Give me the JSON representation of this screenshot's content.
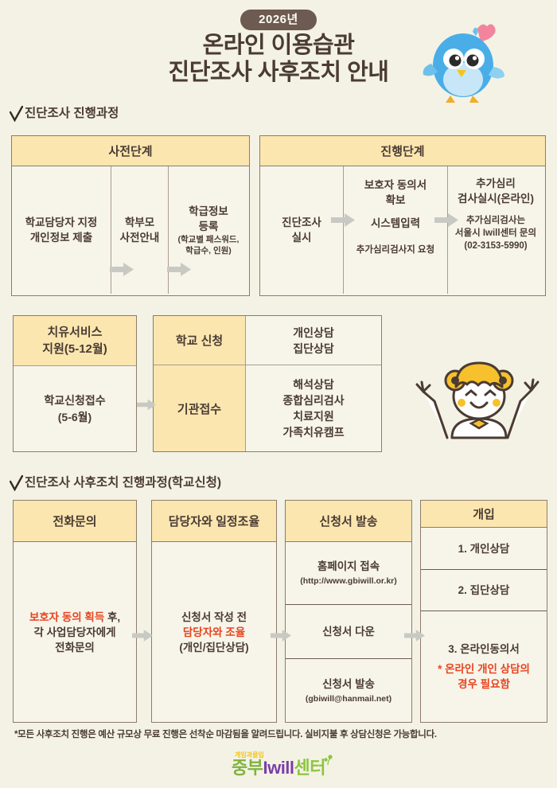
{
  "header": {
    "year_badge": "2026년",
    "title_line1": "온라인 이용습관",
    "title_line2": "진단조사 사후조치 안내",
    "bird_icon": "blue-bird-mascot"
  },
  "section1": {
    "heading": "진단조사 진행과정",
    "left_table": {
      "head": "사전단계",
      "cells": [
        {
          "line1": "학교담당자 지정",
          "line2": "개인정보 제출"
        },
        {
          "line1": "학부모",
          "line2": "사전안내"
        },
        {
          "line1": "학급정보",
          "line2": "등록",
          "sub1": "(학교별 패스워드,",
          "sub2": "학급수, 인원)"
        }
      ]
    },
    "right_table": {
      "head": "진행단계",
      "cells": [
        {
          "line1": "진단조사",
          "line2": "실시"
        },
        {
          "line1": "보호자 동의서",
          "line2": "확보",
          "line3": "시스템입력",
          "line4": "추가심리검사지 요청"
        },
        {
          "line1": "추가심리",
          "line2": "검사실시(온라인)",
          "sub1": "추가심리검사는",
          "sub2": "서울시 Iwill센터 문의",
          "sub3": "(02-3153-5990)"
        }
      ]
    }
  },
  "section2": {
    "left_table": {
      "head_line1": "치유서비스",
      "head_line2": "지원(5-12월)",
      "body_line1": "학교신청접수",
      "body_line2": "(5-6월)"
    },
    "right_table": {
      "col1_row1": "학교 신청",
      "col1_row2": "기관접수",
      "col2_row1_line1": "개인상담",
      "col2_row1_line2": "집단상담",
      "col2_row2_line1": "해석상담",
      "col2_row2_line2": "종합심리검사",
      "col2_row2_line3": "치료지원",
      "col2_row2_line4": "가족치유캠프"
    },
    "girl_icon": "cheering-girl-illustration"
  },
  "section3": {
    "heading": "진단조사 사후조치 진행과정(학교신청)",
    "columns": [
      {
        "head": "전화문의",
        "rows": [
          {
            "red1": "보호자 동의 획득",
            "plain1": " 후,",
            "line2": "각 사업담당자에게",
            "line3": "전화문의"
          }
        ]
      },
      {
        "head": "담당자와 일정조율",
        "rows": [
          {
            "line1": "신청서 작성 전",
            "red1": "담당자와 조율",
            "line3": "(개인/집단상담)"
          }
        ]
      },
      {
        "head": "신청서 발송",
        "rows": [
          {
            "line1": "홈페이지 접속",
            "tiny": "(http://www.gbiwill.or.kr)"
          },
          {
            "line1": "신청서 다운"
          },
          {
            "line1": "신청서 발송",
            "tiny": "(gbiwill@hanmail.net)"
          }
        ]
      },
      {
        "head": "개입",
        "rows": [
          {
            "line1": "1. 개인상담"
          },
          {
            "line1": "2. 집단상담"
          },
          {
            "line1": "3. 온라인동의서",
            "red1": "* 온라인 개인 상담의",
            "red2": "경우 필요함"
          }
        ]
      }
    ]
  },
  "footer": {
    "note": "*모든 사후조치 진행은 예산 규모상 무료 진행은 선착순 마감됨을 알려드립니다. 실비지불 후 상담신청은 가능합니다.",
    "logo_top": "게임과몰입",
    "logo_part1": "중부",
    "logo_part2": "Iwill",
    "logo_part3": "센터"
  },
  "colors": {
    "background": "#f4f2e4",
    "header_fill": "#fbe6b0",
    "border": "#8d7b6c",
    "text": "#4a3b33",
    "accent_red": "#e8431f",
    "arrow": "#c9c9c4",
    "badge": "#6d5a50"
  }
}
